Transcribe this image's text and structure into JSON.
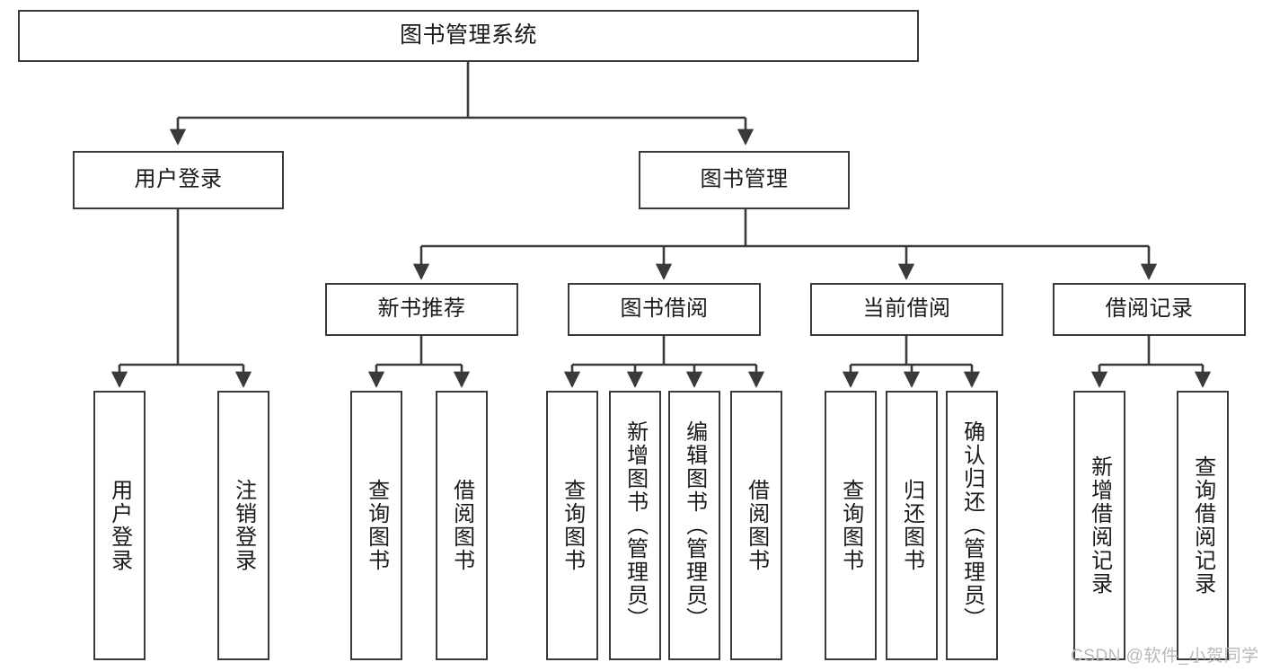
{
  "diagram": {
    "type": "tree-hierarchy-chart",
    "title": "图书管理系统",
    "stroke_color": "#3a3a3a",
    "text_color": "#1a1a1a",
    "background": "#ffffff",
    "root": {
      "label": "图书管理系统"
    },
    "level1": [
      {
        "label": "用户登录"
      },
      {
        "label": "图书管理"
      }
    ],
    "level2": [
      {
        "label": "新书推荐"
      },
      {
        "label": "图书借阅"
      },
      {
        "label": "当前借阅"
      },
      {
        "label": "借阅记录"
      }
    ],
    "leaves": {
      "user_login": [
        {
          "label": "用户登录"
        },
        {
          "label": "注销登录"
        }
      ],
      "new_book_recommend": [
        {
          "label": "查询图书"
        },
        {
          "label": "借阅图书"
        }
      ],
      "book_borrow": [
        {
          "label": "查询图书"
        },
        {
          "label": "新增图书（管理员）"
        },
        {
          "label": "编辑图书（管理员）"
        },
        {
          "label": "借阅图书"
        }
      ],
      "current_borrow": [
        {
          "label": "查询图书"
        },
        {
          "label": "归还图书"
        },
        {
          "label": "确认归还（管理员）"
        }
      ],
      "borrow_record": [
        {
          "label": "新增借阅记录"
        },
        {
          "label": "查询借阅记录"
        }
      ]
    }
  },
  "watermark": {
    "text": "CSDN @软件_小贺同学",
    "color": "#b9b9b9"
  }
}
